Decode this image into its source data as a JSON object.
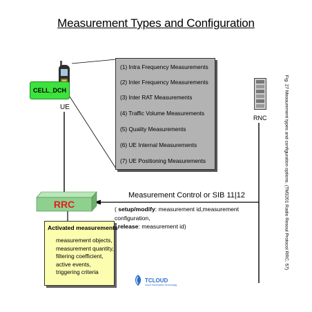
{
  "title": "Measurement Types and Configuration",
  "ue": {
    "state": "CELL_DCH",
    "label": "UE"
  },
  "rnc": {
    "label": "RNC"
  },
  "measurement_types": [
    "(1) Intra Frequency Measurements",
    "(2) Inter Frequency Measurements",
    "(3) Inter RAT Measurements",
    "(4) Traffic Volume Measurements",
    "(5) Quality Measurements",
    "(6) UE Internal Measurements",
    "(7) UE Positioning Measurements"
  ],
  "rrc": {
    "label": "RRC"
  },
  "message": {
    "title": "Measurement Control or SIB 11|12",
    "open": "( ",
    "setup_label": "setup/modify",
    "setup_text": ": measurement id,measurement configuration,",
    "release_label": "release",
    "release_text": ": measurement id)"
  },
  "activated": {
    "title": "Activated measurements",
    "items": [
      "measurement objects,",
      "measurement quantity,",
      "filtering coefficient,",
      "active events,",
      "triggering criteria"
    ]
  },
  "logo": {
    "name": "TCLOUD",
    "tagline": "Cloud Information Technology"
  },
  "caption": "Fig. 27 Measurement types and configuration options. (TM3201 Radio Resoul Protocol RRC, 57)",
  "colors": {
    "cell_dch_fill": "#3de23d",
    "measurement_box_fill": "#b3b3b3",
    "rrc_box_fill": "#8fd08f",
    "rrc_text": "#e01f1f",
    "activated_fill": "#fdfdb0",
    "logo_blue": "#2a6fc9"
  },
  "icons": [
    "mobile-phone-icon",
    "rnc-cabinet-icon",
    "tcloud-logo-icon"
  ]
}
